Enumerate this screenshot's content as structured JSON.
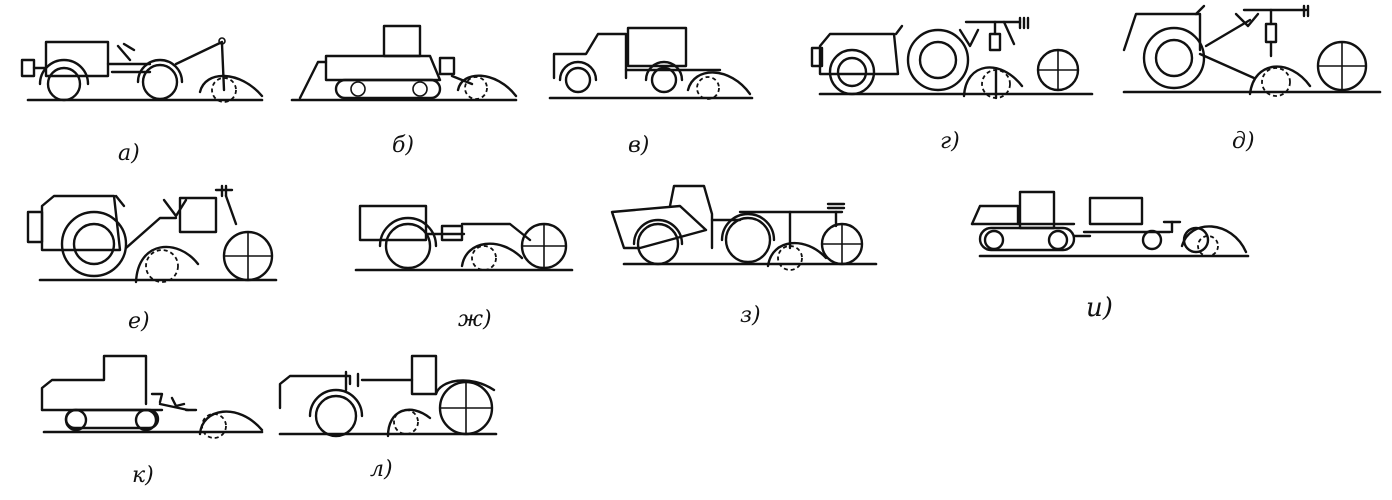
{
  "figure": {
    "labels": {
      "a": "а)",
      "b": "б)",
      "v": "в)",
      "g": "г)",
      "d": "д)",
      "e": "е)",
      "zh": "ж)",
      "z": "з)",
      "i": "и)",
      "k": "к)",
      "l": "л)"
    }
  }
}
